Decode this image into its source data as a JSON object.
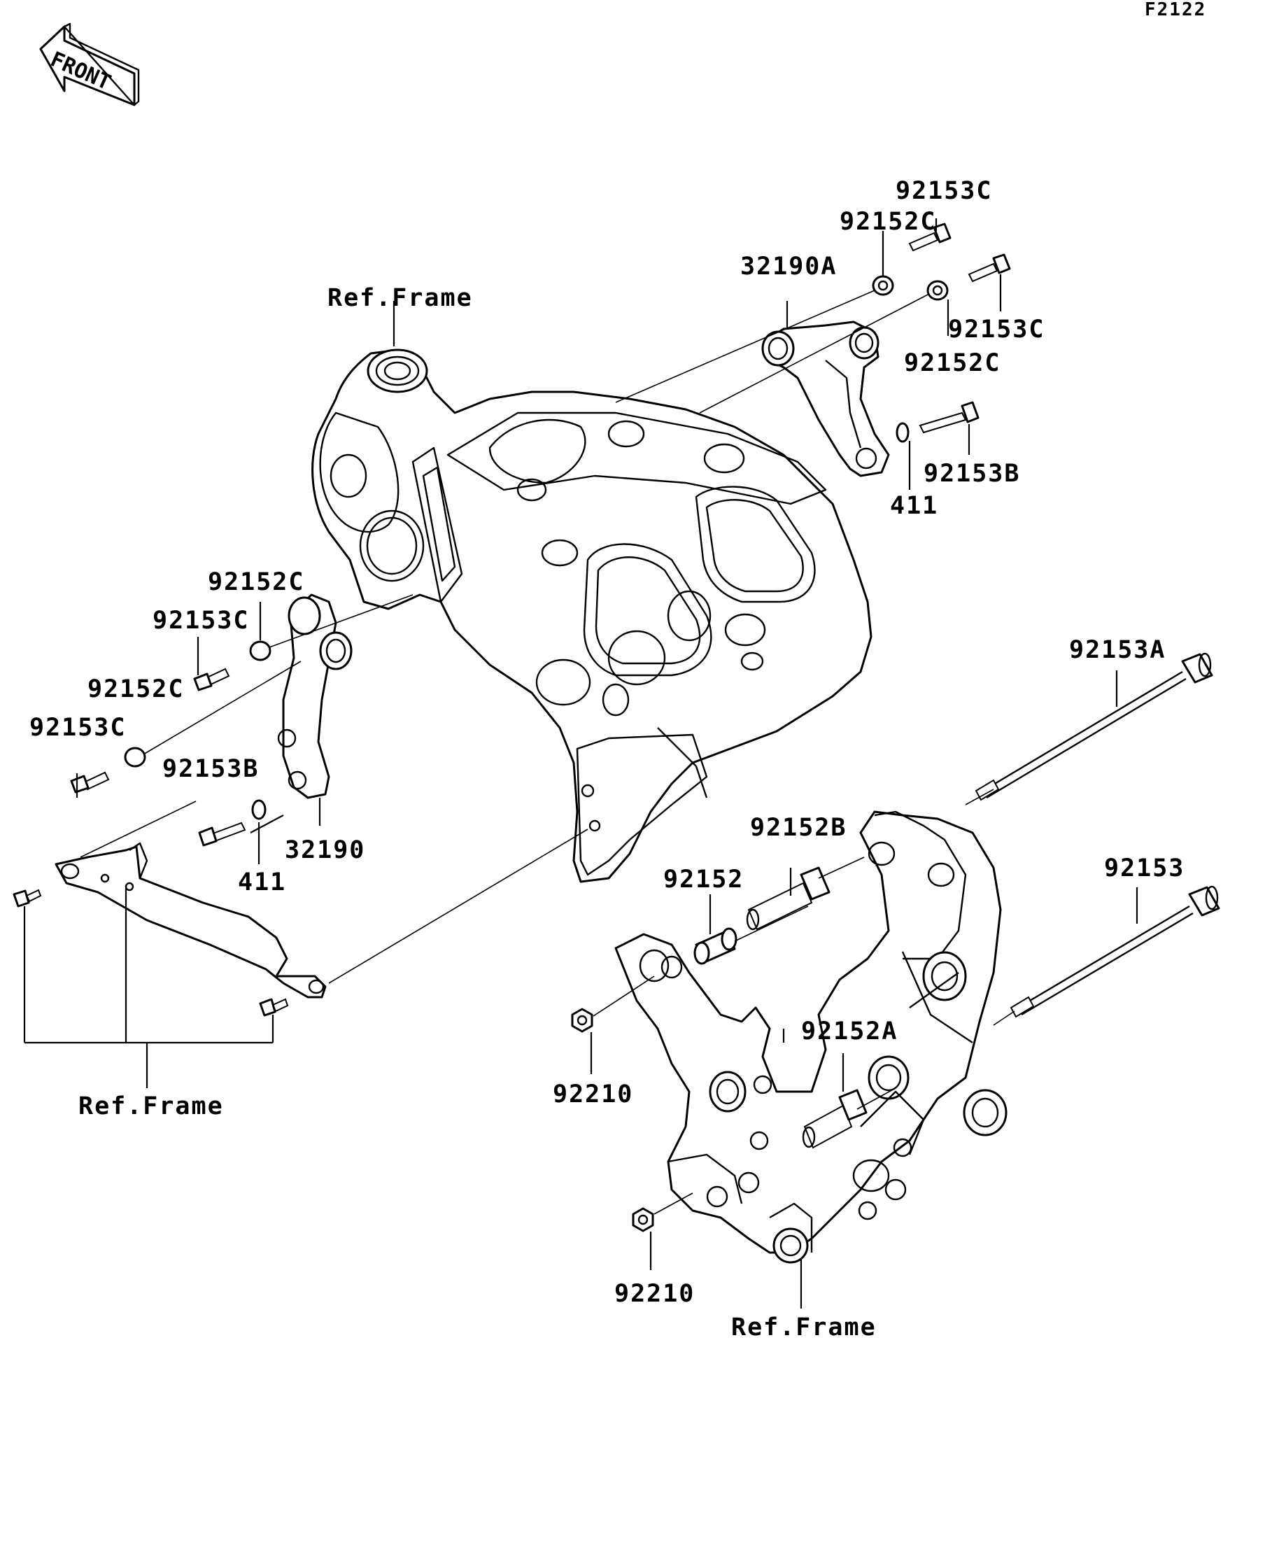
{
  "diagram_code": "F2122",
  "front_arrow": {
    "label": "FRONT",
    "icon": "front-direction-arrow-icon"
  },
  "labels": {
    "p92153c_top": "92153C",
    "p92152c_top": "92152C",
    "p32190a": "32190A",
    "ref_frame_top": "Ref.Frame",
    "p92153c_right": "92153C",
    "p92152c_right": "92152C",
    "p92153b_right": "92153B",
    "p411_right": "411",
    "p92152c_left1": "92152C",
    "p92153c_left1": "92153C",
    "p92152c_left2": "92152C",
    "p92153c_left2": "92153C",
    "p92153b_left": "92153B",
    "p411_left": "411",
    "p32190": "32190",
    "ref_frame_left": "Ref.Frame",
    "p92153a": "92153A",
    "p92152b": "92152B",
    "p92152": "92152",
    "p92153": "92153",
    "p92152a": "92152A",
    "p92210_top": "92210",
    "p92210_bottom": "92210",
    "ref_frame_bottom": "Ref.Frame"
  }
}
